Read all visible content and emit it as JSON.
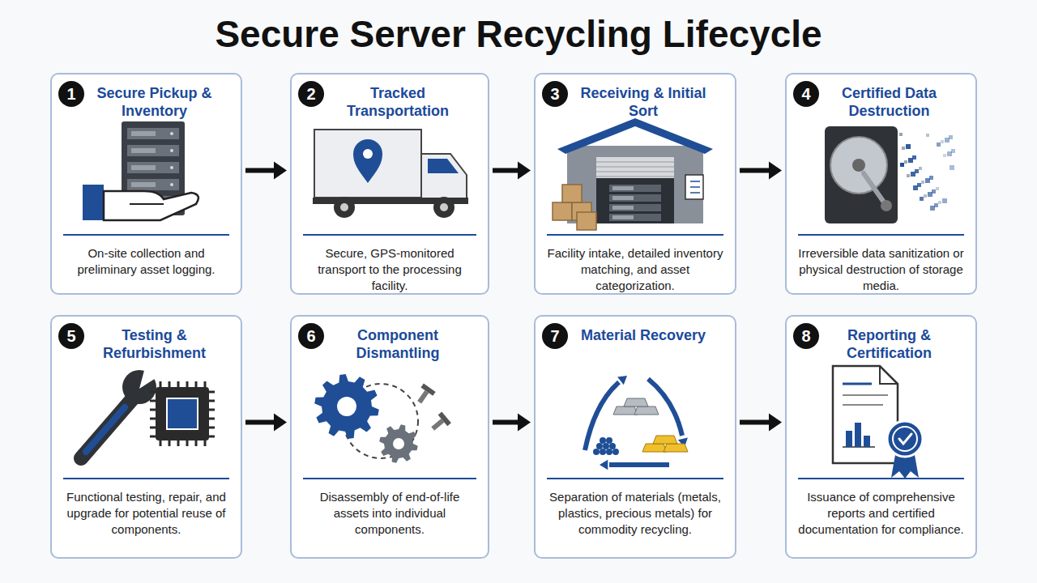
{
  "diagram": {
    "title": "Secure Server Recycling Lifecycle",
    "nodes": [
      {
        "text": [
          "Secure Pickup & Inventory",
          "On-site collection and preliminary asset logging."
        ]
      },
      {
        "text": [
          "1"
        ],
        "in": 0
      },
      {
        "text": [
          "Tracked Transportation",
          "Secure, GPS-monitored transport to the processing facility."
        ]
      },
      {
        "text": [
          "2"
        ],
        "in": 2
      },
      {
        "text": [
          "Receiving & Initial Sort",
          "Facility intake, detailed inventory matching, and asset categorization."
        ]
      },
      {
        "text": [
          "3"
        ],
        "in": 4
      },
      {
        "text": [
          "Certified Data Destruction",
          "Irreversible data sanitization or physical destruction of storage media."
        ]
      },
      {
        "text": [
          "4"
        ],
        "in": 6
      },
      {
        "text": [
          "Testing & Refurbishment",
          "Functional testing, repair, and upgrade for potential reuse of components."
        ]
      },
      {
        "text": [
          "5"
        ],
        "in": 8
      },
      {
        "text": [
          "Component Dismantling",
          "Disassembly of end-of-life assets into individual components."
        ]
      },
      {
        "text": [
          "6"
        ],
        "in": 10
      },
      {
        "text": [
          "Material Recovery",
          "Separation of materials (metals, plastics, precious metals) for commodity recycling."
        ]
      },
      {
        "text": [
          "7"
        ],
        "in": 12
      },
      {
        "text": [
          "Reporting & Certification",
          "Issuance of comprehensive reports and certified documentation for compliance."
        ]
      },
      {
        "text": [
          "8"
        ],
        "in": 14
      }
    ],
    "edges": [
      {
        "from": 0,
        "to": 2,
        "arrow": "to"
      },
      {
        "from": 2,
        "to": 4,
        "arrow": "to"
      },
      {
        "from": 4,
        "to": 6,
        "arrow": "to"
      },
      {
        "from": 8,
        "to": 10,
        "arrow": "to"
      },
      {
        "from": 10,
        "to": 12,
        "arrow": "to"
      },
      {
        "from": 12,
        "to": 14,
        "arrow": "to"
      }
    ]
  }
}
